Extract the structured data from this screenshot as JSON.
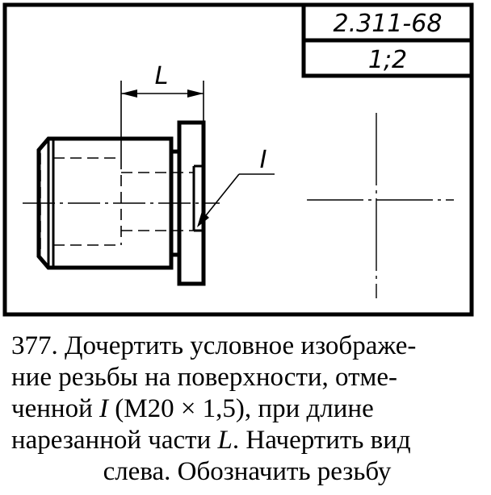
{
  "title_block": {
    "standard": "2.311-68",
    "scale": "1;2"
  },
  "drawing": {
    "dimension_label": "L",
    "leader_label": "I"
  },
  "caption": {
    "number": "377.",
    "line1": "Дочертить условное изображе-",
    "line2": "ние резьбы на поверхности, отме-",
    "line3_a": "ченной",
    "line3_b": "I",
    "line3_c": "(M20 × 1,5), при длине",
    "line4_a": "нарезанной части",
    "line4_b": "L",
    "line4_c": ". Начертить вид",
    "line5": "слева. Обозначить резьбу"
  }
}
